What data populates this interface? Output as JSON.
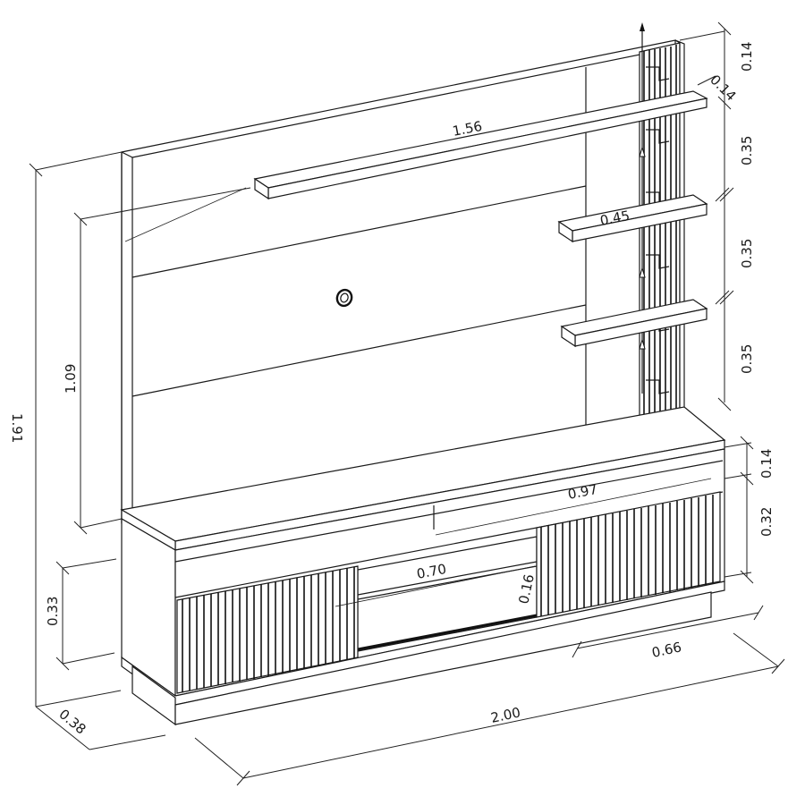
{
  "drawing": {
    "subject": "TV wall unit with floating panel, shelves and low cabinet",
    "unit": "m",
    "line_color": "#1a1a1a",
    "background": "#ffffff"
  },
  "dimensions": {
    "total_height": "1.91",
    "panel_height": "1.09",
    "cabinet_leg_height": "0.33",
    "depth": "0.38",
    "total_width": "2.00",
    "cabinet_door_width": "0.66",
    "top_shelf_length": "1.56",
    "side_shelf_length": "0.45",
    "side_shelf_depth": "0.14",
    "top_gap": "0.14",
    "shelf_spacing_1": "0.35",
    "shelf_spacing_2": "0.35",
    "shelf_spacing_3": "0.35",
    "niche_height": "0.14",
    "cabinet_height": "0.32",
    "niche_width": "0.97",
    "center_opening_width": "0.70",
    "center_opening_height": "0.16"
  },
  "icons": {
    "cable_grommet": "cable-grommet-icon",
    "led_strip_arrows": "arrow-up-icon"
  }
}
